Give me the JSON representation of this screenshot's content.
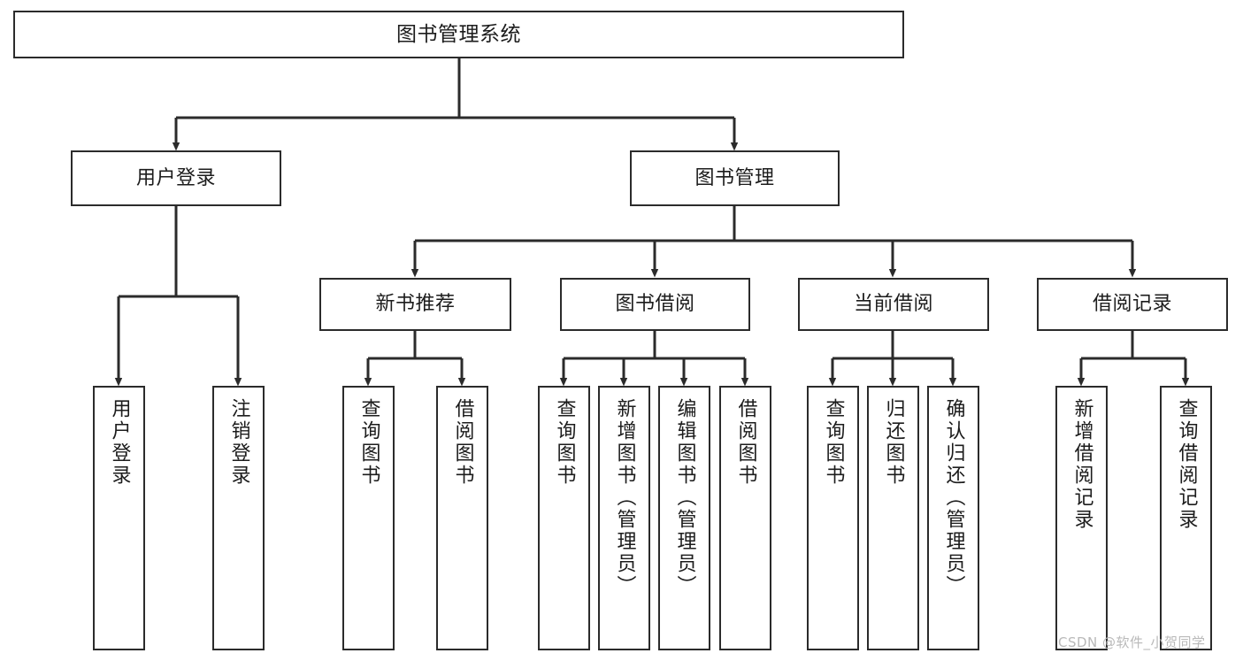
{
  "diagram": {
    "title": "图书管理系统",
    "type": "tree-hierarchy-chart",
    "line_color": "#2b2b2b",
    "box_fill": "#ffffff",
    "text_color": "#1c1c1c"
  },
  "nodes": {
    "root": {
      "label": "图书管理系统"
    },
    "level2": [
      {
        "label": "用户登录"
      },
      {
        "label": "图书管理"
      }
    ],
    "level3": [
      {
        "label": "新书推荐"
      },
      {
        "label": "图书借阅"
      },
      {
        "label": "当前借阅"
      },
      {
        "label": "借阅记录"
      }
    ],
    "leaves_user_login": [
      {
        "label": "用户登录"
      },
      {
        "label": "注销登录"
      }
    ],
    "leaves_new_book": [
      {
        "label": "查询图书"
      },
      {
        "label": "借阅图书"
      }
    ],
    "leaves_borrow": [
      {
        "label": "查询图书"
      },
      {
        "label": "新增图书（管理员）"
      },
      {
        "label": "编辑图书（管理员）"
      },
      {
        "label": "借阅图书"
      }
    ],
    "leaves_current": [
      {
        "label": "查询图书"
      },
      {
        "label": "归还图书"
      },
      {
        "label": "确认归还（管理员）"
      }
    ],
    "leaves_records": [
      {
        "label": "新增借阅记录"
      },
      {
        "label": "查询借阅记录"
      }
    ]
  },
  "watermark": {
    "text": "CSDN @软件_小贺同学"
  }
}
